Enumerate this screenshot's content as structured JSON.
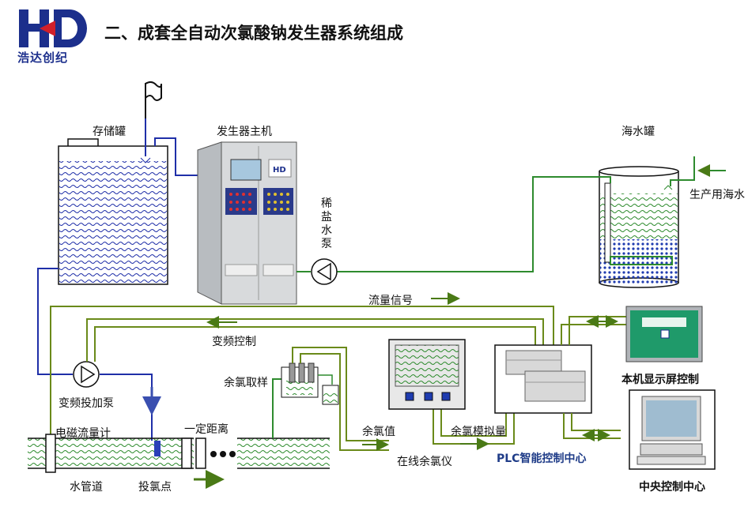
{
  "header": {
    "logo_text": "浩达创纪",
    "title": "二、成套全自动次氯酸钠发生器系统组成"
  },
  "labels": {
    "storage_tank": "存储罐",
    "generator_main": "发生器主机",
    "dilute_brine_pump": "稀盐水泵",
    "seawater_tank": "海水罐",
    "production_seawater": "生产用海水",
    "flow_signal": "流量信号",
    "vfd_control": "变频控制",
    "chlorine_sampling": "余氯取样",
    "vfd_dosing_pump": "变频投加泵",
    "em_flowmeter": "电磁流量计",
    "certain_distance": "一定距离",
    "water_pipe": "水管道",
    "dosing_point": "投氯点",
    "residual_value": "余氯值",
    "online_analyzer": "在线余氯仪",
    "analog_residual": "余氯模拟量",
    "plc_center": "PLC智能控制中心",
    "local_display": "本机显示屏控制",
    "central_control": "中央控制中心"
  },
  "colors": {
    "pipe_blue": "#1f2fa8",
    "pipe_green": "#2e8b2e",
    "signal_olive": "#6a8a1a",
    "brand_blue": "#1c2f8c"
  }
}
